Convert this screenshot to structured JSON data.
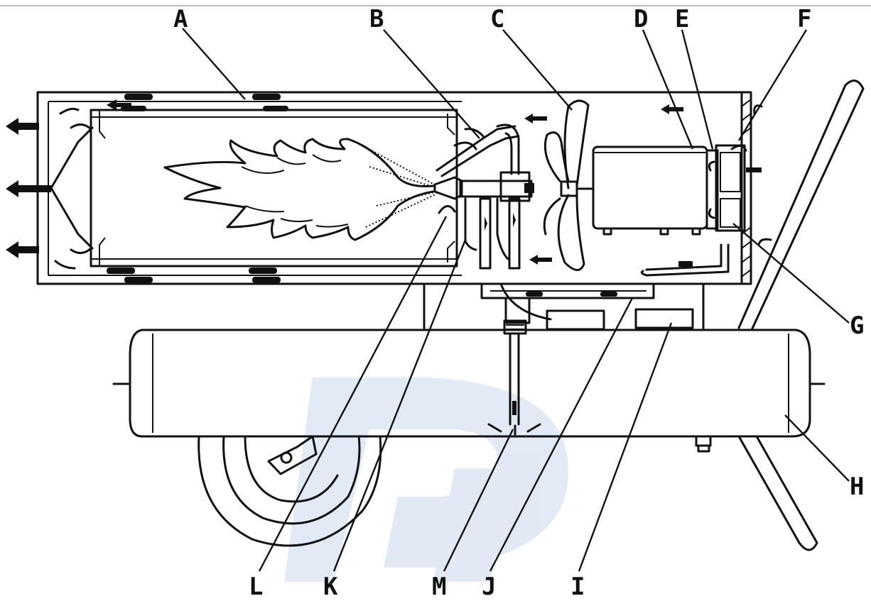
{
  "labels": {
    "A": "A",
    "B": "B",
    "C": "C",
    "D": "D",
    "E": "E",
    "F": "F",
    "G": "G",
    "H": "H",
    "I": "I",
    "J": "J",
    "K": "K",
    "L": "L",
    "M": "M"
  },
  "colors": {
    "line": "#111111",
    "watermark": "#1e5fb4",
    "background": "#ffffff"
  }
}
